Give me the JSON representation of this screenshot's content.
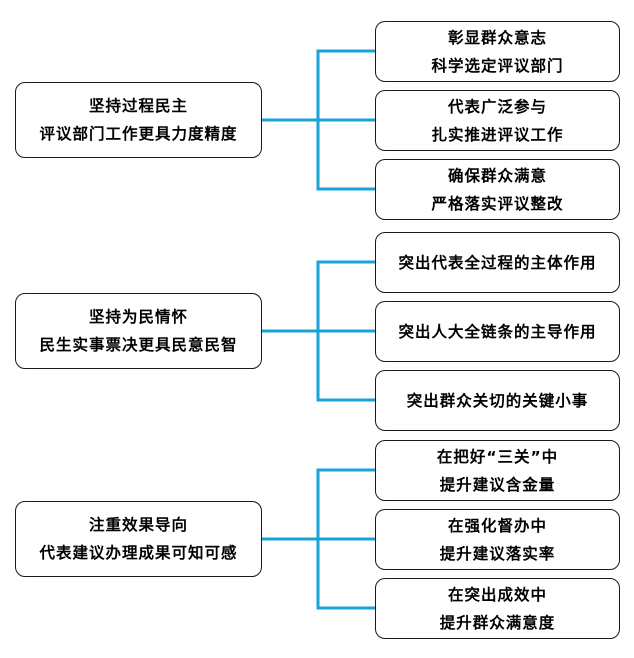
{
  "groups": [
    {
      "main": {
        "line1": "坚持过程民主",
        "line2": "评议部门工作更具力度精度"
      },
      "subs": [
        {
          "line1": "彰显群众意志",
          "line2": "科学选定评议部门"
        },
        {
          "line1": "代表广泛参与",
          "line2": "扎实推进评议工作"
        },
        {
          "line1": "确保群众满意",
          "line2": "严格落实评议整改"
        }
      ]
    },
    {
      "main": {
        "line1": "坚持为民情怀",
        "line2": "民生实事票决更具民意民智"
      },
      "subs": [
        {
          "line1": "突出代表全过程的主体作用"
        },
        {
          "line1": "突出人大全链条的主导作用"
        },
        {
          "line1": "突出群众关切的关键小事"
        }
      ]
    },
    {
      "main": {
        "line1": "注重效果导向",
        "line2": "代表建议办理成果可知可感"
      },
      "subs": [
        {
          "line1": "在把好“三关”中",
          "line2": "提升建议含金量"
        },
        {
          "line1": "在强化督办中",
          "line2": "提升建议落实率"
        },
        {
          "line1": "在突出成效中",
          "line2": "提升群众满意度"
        }
      ]
    }
  ],
  "colors": {
    "connector": "#1aa3d6",
    "border": "#1a1a1a",
    "text": "#000000"
  }
}
